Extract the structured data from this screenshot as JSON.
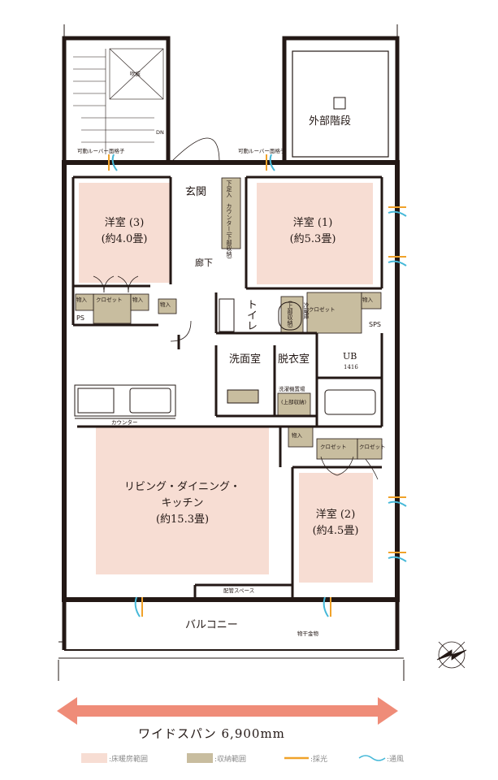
{
  "rooms": {
    "western3_name": "洋室 (3)",
    "western3_size": "(約4.0畳)",
    "western1_name": "洋室 (1)",
    "western1_size": "(約5.3畳)",
    "western2_name": "洋室 (2)",
    "western2_size": "(約4.5畳)",
    "ldk_line1": "リビング・ダイニング・",
    "ldk_line2": "キッチン",
    "ldk_size": "(約15.3畳)",
    "entrance": "玄関",
    "hallway": "廊下",
    "toilet": "トイレ",
    "washroom": "洗面室",
    "dressing": "脱衣室",
    "ub": "UB",
    "ub_size": "1416",
    "balcony": "バルコニー",
    "external_stairs": "外部階段"
  },
  "labels": {
    "void": "吹抜",
    "dn": "DN",
    "louver_left": "可動ルーバー面格子",
    "louver_right": "可動ルーバー面格子",
    "closet": "クロゼット",
    "storage": "物入",
    "ps": "PS",
    "sps": "SPS",
    "counter": "カウンター",
    "piping": "配管スペース",
    "clothes": "物干金物",
    "shoes": "下足入",
    "counter_vertical": "カウンター(下部収納)",
    "toilet_storage": "(上部収納)",
    "laundry": "洗濯機置場",
    "laundry_sub": "(上部収納)",
    "reizouko": "冷蔵庫",
    "sekkaku": "(上部収納)",
    "closet_small": "クロゼット"
  },
  "span": {
    "text": "ワイドスパン  6,900mm"
  },
  "legend": {
    "floor": ":床暖房範囲",
    "storage": ":収納範囲",
    "light": ":採光",
    "wind": ":通風"
  },
  "colors": {
    "floor_heating": "#f7ddd3",
    "storage": "#c8bd9f",
    "light": "#f0a22a",
    "wind": "#45b8d8",
    "arrow": "#ef8c78",
    "wall": "#231815"
  }
}
